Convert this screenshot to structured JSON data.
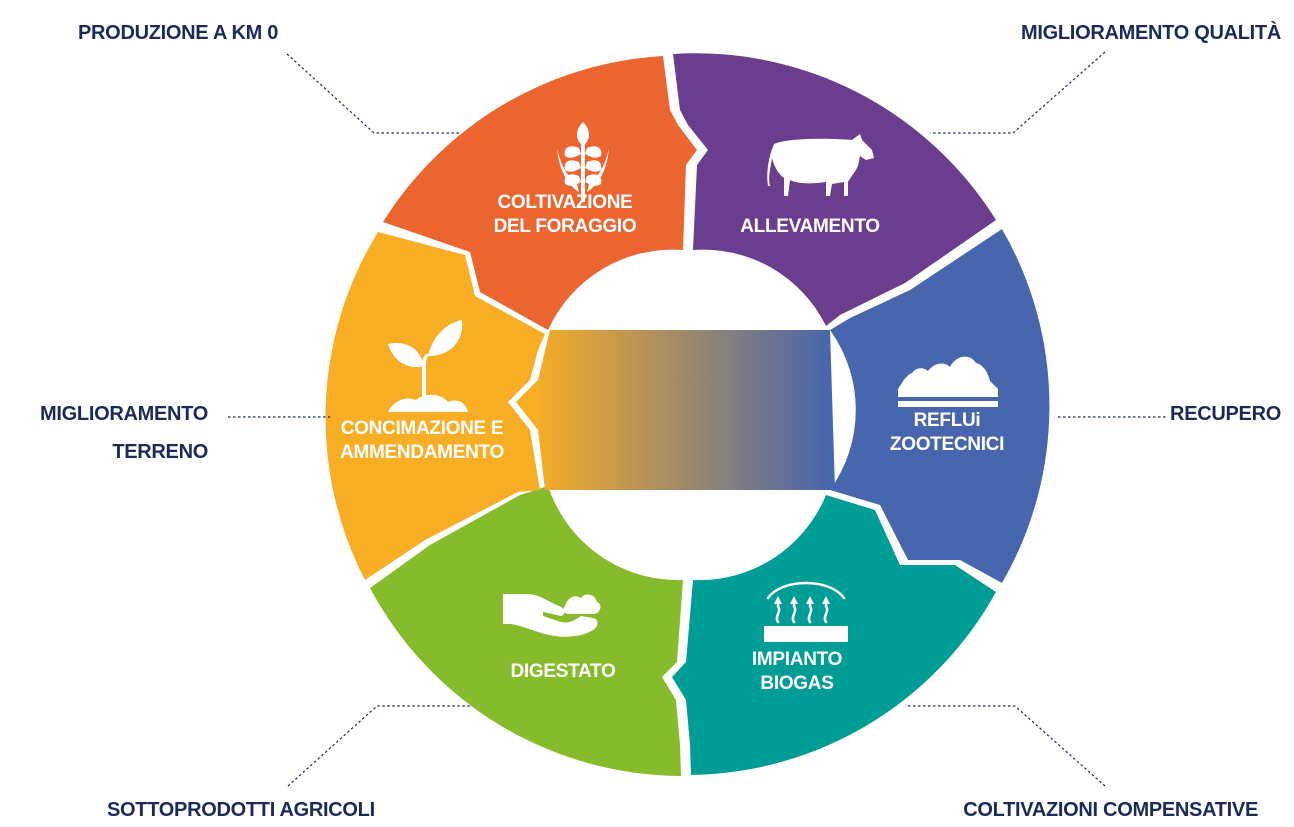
{
  "colors": {
    "coltivazione": "#ea6530",
    "allevamento": "#6a3d8f",
    "reflui": "#4866ad",
    "biogas": "#009d96",
    "digestato": "#86bb2b",
    "concimazione": "#f7ad24",
    "outer_text": "#1b2a59"
  },
  "segments": [
    {
      "id": "coltivazione",
      "lines": [
        "COLTIVAZIONE",
        "DEL FORAGGIO"
      ],
      "icon": "wheat-icon"
    },
    {
      "id": "allevamento",
      "lines": [
        "ALLEVAMENTO"
      ],
      "icon": "cow-icon"
    },
    {
      "id": "reflui",
      "lines": [
        "REFLUi",
        "ZOOTECNICI"
      ],
      "icon": "manure-pile-icon"
    },
    {
      "id": "biogas",
      "lines": [
        "IMPIANTO",
        "BIOGAS"
      ],
      "icon": "heat-arrows-icon"
    },
    {
      "id": "digestato",
      "lines": [
        "DIGESTATO"
      ],
      "icon": "hand-soil-icon"
    },
    {
      "id": "concimazione",
      "lines": [
        "CONCIMAZIONE E",
        "AMMENDAMENTO"
      ],
      "icon": "sprout-icon"
    }
  ],
  "outer_labels": [
    {
      "id": "km0",
      "lines": [
        "PRODUZIONE A KM 0"
      ]
    },
    {
      "id": "qualita",
      "lines": [
        "MIGLIORAMENTO QUALITÀ"
      ]
    },
    {
      "id": "recupero",
      "lines": [
        "RECUPERO"
      ]
    },
    {
      "id": "compensative",
      "lines": [
        "COLTIVAZIONI COMPENSATIVE"
      ]
    },
    {
      "id": "sottoprodotti",
      "lines": [
        "SOTTOPRODOTTI AGRICOLI"
      ]
    },
    {
      "id": "terreno",
      "lines": [
        "MIGLIORAMENTO",
        "TERRENO"
      ]
    }
  ]
}
